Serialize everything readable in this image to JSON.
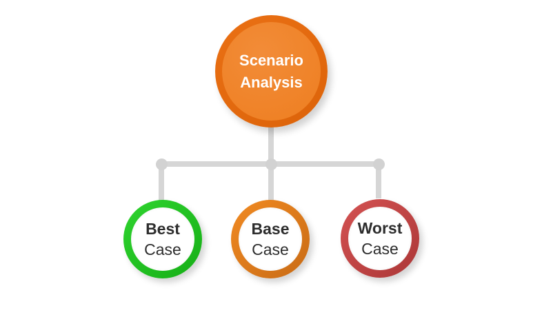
{
  "diagram": {
    "root": {
      "label_line1": "Scenario",
      "label_line2": "Analysis",
      "ring_color": "#e06a10",
      "fill_color": "#ee7e20",
      "text_color": "#ffffff"
    },
    "children": [
      {
        "id": "best",
        "label_line1": "Best",
        "label_line2": "Case",
        "ring_from": "#2fd42f",
        "ring_to": "#16ae16"
      },
      {
        "id": "base",
        "label_line1": "Base",
        "label_line2": "Case",
        "ring_from": "#f18a22",
        "ring_to": "#c86b15"
      },
      {
        "id": "worst",
        "label_line1": "Worst",
        "label_line2": "Case",
        "ring_from": "#d45252",
        "ring_to": "#ab3737"
      }
    ],
    "colors": {
      "connector_line": "#d6d6d6",
      "junction_dot": "#d2d2d2",
      "child_fill": "#ffffff",
      "child_text": "#2d2d2d",
      "background": "#ffffff"
    }
  }
}
